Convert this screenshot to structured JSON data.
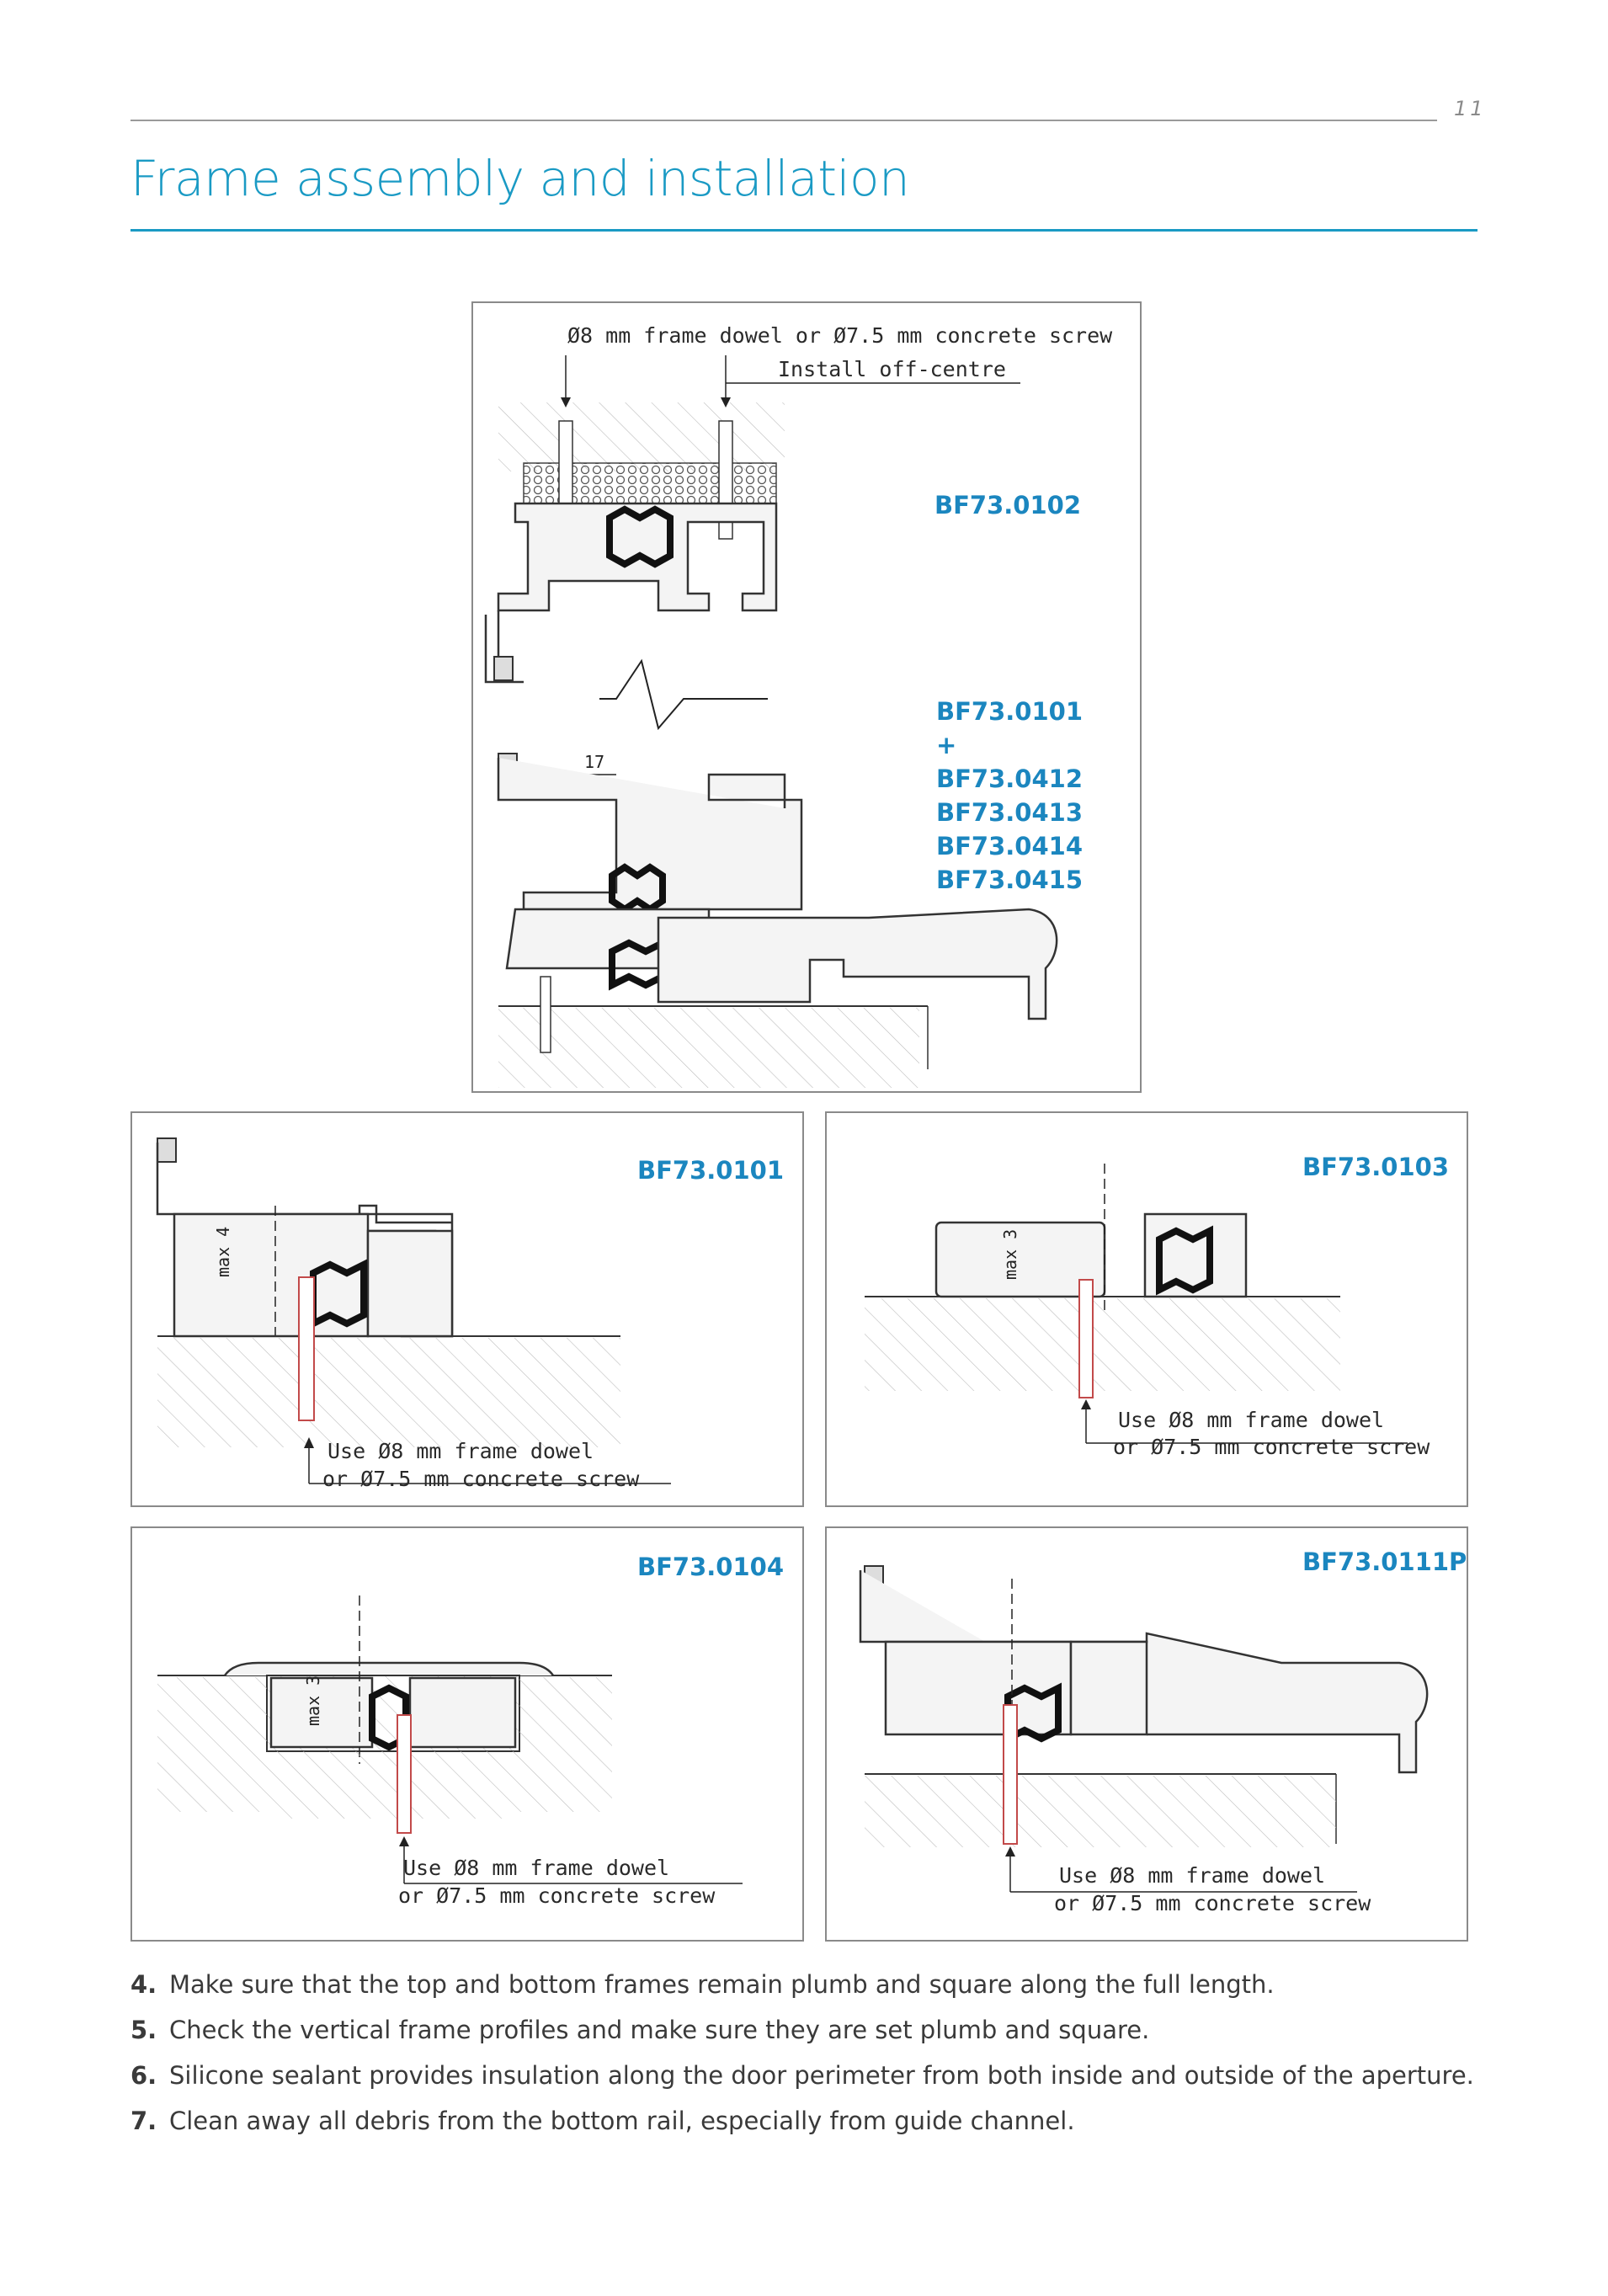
{
  "page": {
    "number": "11",
    "title": "Frame assembly and installation"
  },
  "colors": {
    "accent": "#1a9ac4",
    "code": "#1b86bf",
    "dowel": "#c24a4a"
  },
  "top_panel": {
    "note_line1": "Ø8 mm frame dowel or Ø7.5 mm concrete screw",
    "note_line2": "Install off-centre",
    "code_top": "BF73.0102",
    "codes_bottom": [
      "BF73.0101",
      "+",
      "BF73.0412",
      "BF73.0413",
      "BF73.0414",
      "BF73.0415"
    ],
    "dimension": "17"
  },
  "details": [
    {
      "code": "BF73.0101",
      "max": "max 4",
      "note_line1": "Use Ø8 mm frame dowel",
      "note_line2": "or Ø7.5 mm concrete screw"
    },
    {
      "code": "BF73.0103",
      "max": "max 3",
      "note_line1": "Use Ø8 mm frame dowel",
      "note_line2": "or Ø7.5 mm concrete screw"
    },
    {
      "code": "BF73.0104",
      "max": "max 3",
      "note_line1": "Use Ø8 mm frame dowel",
      "note_line2": "or Ø7.5 mm concrete screw"
    },
    {
      "code": "BF73.0111P",
      "note_line1": "Use Ø8 mm frame dowel",
      "note_line2": "or Ø7.5 mm concrete screw"
    }
  ],
  "steps": [
    {
      "num": "4.",
      "text": "Make sure that the top and bottom frames remain plumb and square along the full length."
    },
    {
      "num": "5.",
      "text": "Check the vertical frame profiles and make sure they are set plumb and square."
    },
    {
      "num": "6.",
      "text": "Silicone sealant provides insulation along the door perimeter from both inside and outside of the aperture."
    },
    {
      "num": "7.",
      "text": "Clean away all debris from the bottom rail, especially from guide channel."
    }
  ]
}
